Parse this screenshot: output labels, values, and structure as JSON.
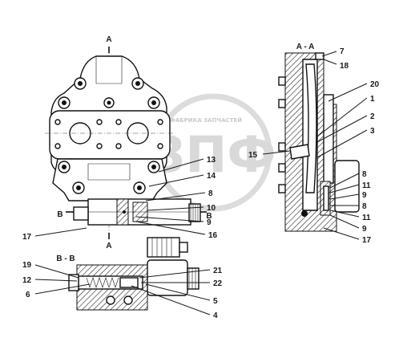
{
  "watermark": {
    "big_text": "ЗПФ",
    "small_text": "ФАБРИКА ЗАПЧАСТЕЙ"
  },
  "section_labels": {
    "top_a": "A",
    "bottom_a": "A",
    "left_b": "B",
    "right_b": "B",
    "view_aa": "A - A",
    "view_bb": "B - B"
  },
  "callouts": {
    "c1": "1",
    "c2": "2",
    "c3": "3",
    "c4": "4",
    "c5": "5",
    "c6": "6",
    "c7": "7",
    "c8a": "8",
    "c8b": "8",
    "c8c": "8",
    "c9a": "9",
    "c9b": "9",
    "c9c": "9",
    "c10": "10",
    "c11a": "11",
    "c11b": "11",
    "c12": "12",
    "c13": "13",
    "c14": "14",
    "c15": "15",
    "c16": "16",
    "c17a": "17",
    "c17b": "17",
    "c18": "18",
    "c19": "19",
    "c20": "20",
    "c21": "21",
    "c22": "22"
  }
}
